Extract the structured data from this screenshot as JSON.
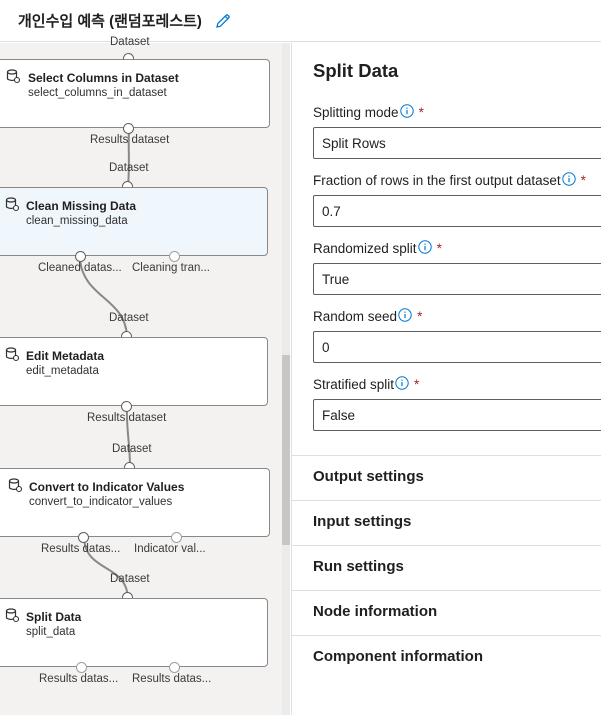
{
  "header": {
    "title": "개인수입 예측 (랜덤포레스트)",
    "edit_icon": "pencil-icon"
  },
  "canvas": {
    "top_label": "Dataset",
    "nodes": [
      {
        "name": "Select Columns in Dataset",
        "id": "select_columns_in_dataset",
        "outputs": [
          "Results dataset"
        ]
      },
      {
        "name": "Clean Missing Data",
        "id": "clean_missing_data",
        "input": "Dataset",
        "outputs": [
          "Cleaned datas...",
          "Cleaning tran..."
        ]
      },
      {
        "name": "Edit Metadata",
        "id": "edit_metadata",
        "input": "Dataset",
        "outputs": [
          "Results dataset"
        ]
      },
      {
        "name": "Convert to Indicator Values",
        "id": "convert_to_indicator_values",
        "input": "Dataset",
        "outputs": [
          "Results datas...",
          "Indicator val..."
        ]
      },
      {
        "name": "Split Data",
        "id": "split_data",
        "input": "Dataset",
        "outputs": [
          "Results datas...",
          "Results datas..."
        ]
      }
    ]
  },
  "panel": {
    "title": "Split Data",
    "fields": [
      {
        "label": "Splitting mode",
        "value": "Split Rows",
        "required": "*"
      },
      {
        "label": "Fraction of rows in the first output dataset",
        "value": "0.7",
        "required": "*"
      },
      {
        "label": "Randomized split",
        "value": "True",
        "required": "*"
      },
      {
        "label": "Random seed",
        "value": "0",
        "required": "*"
      },
      {
        "label": "Stratified split",
        "value": "False",
        "required": "*"
      }
    ],
    "sections": [
      "Output settings",
      "Input settings",
      "Run settings",
      "Node information",
      "Component information"
    ]
  },
  "colors": {
    "accent": "#0078d4",
    "selected_node_bg": "#eff6fc",
    "canvas_bg": "#f3f2f1",
    "required": "#a4262c"
  }
}
